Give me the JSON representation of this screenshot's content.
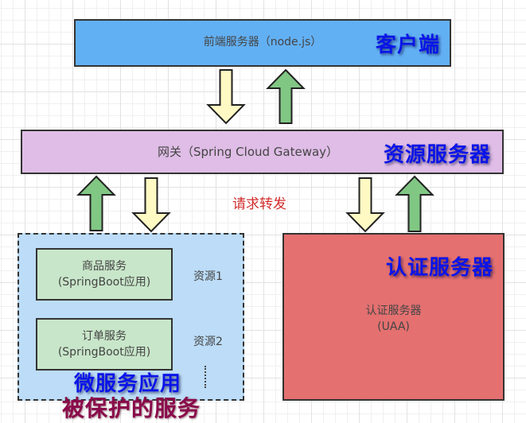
{
  "frontend": {
    "text": "前端服务器（node.js）",
    "tag": "客户端",
    "fill": "#62b0f4"
  },
  "gateway": {
    "text": "网关（Spring Cloud Gateway）",
    "tag": "资源服务器",
    "fill": "#dfbde6"
  },
  "request_forward_label": "请求转发",
  "microservices": {
    "tag": "微服务应用",
    "subtitle": "被保护的服务",
    "fill": "#bcdcf7",
    "services": [
      {
        "name": "商品服务",
        "kind": "(SpringBoot应用)",
        "resource": "资源1"
      },
      {
        "name": "订单服务",
        "kind": "(SpringBoot应用)",
        "resource": "资源2"
      }
    ],
    "more": "⋮"
  },
  "auth": {
    "tag": "认证服务器",
    "name": "认证服务器",
    "kind": "(UAA)",
    "fill": "#e47070"
  },
  "colors": {
    "request_arrow": "#fff9c4",
    "response_arrow": "#81c784",
    "tag_blue": "#0a14e8",
    "tag_maroon": "#8a0a4a",
    "forward_label": "#d32f2f"
  }
}
